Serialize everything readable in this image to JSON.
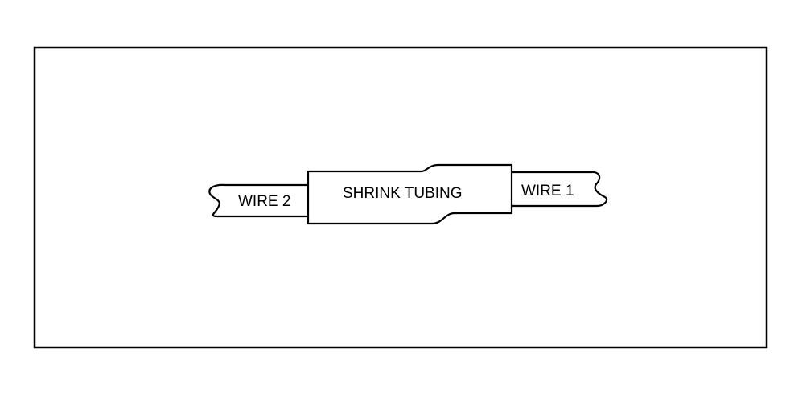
{
  "diagram": {
    "labels": {
      "wire_left": "WIRE 2",
      "tubing": "SHRINK TUBING",
      "wire_right": "WIRE 1"
    },
    "colors": {
      "line": "#000000",
      "background": "#ffffff"
    }
  }
}
